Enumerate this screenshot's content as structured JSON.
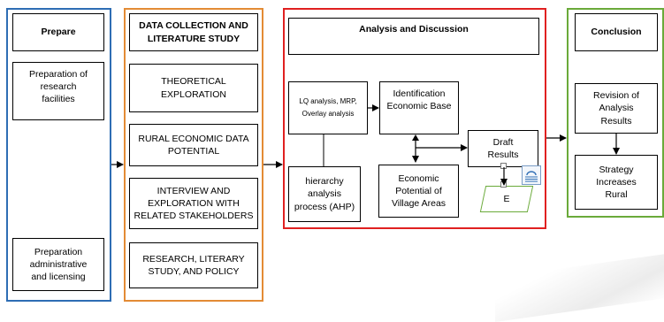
{
  "columns": {
    "prepare": {
      "header": "Prepare",
      "items": [
        "Preparation of\nresearch\nfacilities",
        "Preparation\nadministrative\nand licensing"
      ],
      "border_color": "#2e6db4"
    },
    "data_collection": {
      "header": "DATA COLLECTION AND\nLITERATURE STUDY",
      "items": [
        "THEORETICAL\nEXPLORATION",
        "RURAL ECONOMIC DATA\nPOTENTIAL",
        "INTERVIEW AND\nEXPLORATION WITH\nRELATED STAKEHOLDERS",
        "RESEARCH, LITERARY\nSTUDY, AND POLICY"
      ],
      "border_color": "#e38b35"
    },
    "analysis": {
      "header": "Analysis and Discussion",
      "lq_box": "LQ analysis, MRP,\nOverlay analysis",
      "ahp_box": "hierarchy\nanalysis\nprocess (AHP)",
      "identification_box": "Identification\nEconomic Base",
      "potential_box": "Economic\nPotential of\nVillage Areas",
      "draft_box": "Draft\nResults",
      "e_box": "E",
      "border_color": "#e02020"
    },
    "conclusion": {
      "header": "Conclusion",
      "revision_box": "Revision of\nAnalysis\nResults",
      "strategy_box": "Strategy\nIncreases\nRural",
      "border_color": "#6aaa3a"
    }
  },
  "icons": {
    "layout_options": "layout-options-icon"
  }
}
